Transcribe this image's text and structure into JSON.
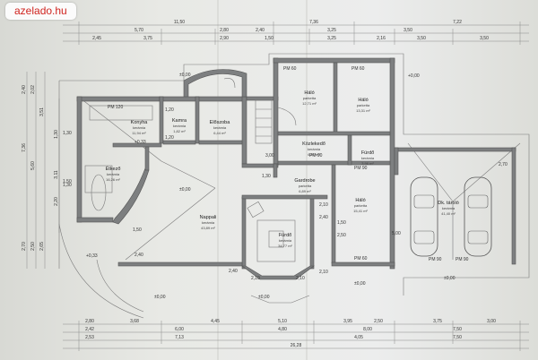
{
  "watermark": "azelado.hu",
  "rooms": [
    {
      "id": "konyha",
      "name": "Konyha",
      "floor": "kerámia",
      "area": "11,94 m²"
    },
    {
      "id": "kamra",
      "name": "Kamra",
      "floor": "kerámia",
      "area": "1,82 m²"
    },
    {
      "id": "eloszoba",
      "name": "Előszoba",
      "floor": "kerámia",
      "area": "6,44 m²"
    },
    {
      "id": "etkezo",
      "name": "Étkező",
      "floor": "kerámia",
      "area": "16,26 m²"
    },
    {
      "id": "nappali",
      "name": "Nappali",
      "floor": "kerámia",
      "area": "43,89 m²"
    },
    {
      "id": "halo1",
      "name": "Háló",
      "floor": "parketta",
      "area": "12,71 m²"
    },
    {
      "id": "halo2",
      "name": "Háló",
      "floor": "parketta",
      "area": "13,31 m²"
    },
    {
      "id": "kozlekedo",
      "name": "Közlekedő",
      "floor": "kerámia",
      "area": "6,97 m²"
    },
    {
      "id": "furdo_small",
      "name": "Fürdő",
      "floor": "kerámia",
      "area": "3,96 m²"
    },
    {
      "id": "gardrob",
      "name": "Gardrobe",
      "floor": "parketta",
      "area": "6,89 m²"
    },
    {
      "id": "halo3",
      "name": "Háló",
      "floor": "parketta",
      "area": "15,41 m²"
    },
    {
      "id": "furdo_big",
      "name": "Fürdő",
      "floor": "kerámia",
      "area": "34,77 m²"
    },
    {
      "id": "garage",
      "name": "Dk. tároló",
      "floor": "kerámia",
      "area": "41,40 m²"
    }
  ],
  "top_dims": {
    "row1": [
      "11,50",
      "7,36",
      "7,22"
    ],
    "row2": [
      "5,70",
      "2,80",
      "2,40",
      "3,25",
      "3,50"
    ],
    "row3": [
      "2,45",
      "3,75",
      "2,90",
      "1,50",
      "3,25",
      "2,16",
      "3,50",
      "3,50"
    ]
  },
  "bottom_dims": {
    "row1": [
      "2,80",
      "3,68",
      "4,45",
      "5,10",
      "3,95",
      "2,50",
      "3,75",
      "3,00"
    ],
    "row2": [
      "2,42",
      "6,00",
      "4,80",
      "8,00",
      "7,50"
    ],
    "row3": [
      "2,53",
      "7,13",
      "4,05",
      "7,50"
    ],
    "total": "26,28"
  },
  "left_dims": {
    "outer": [
      "2,40",
      "2,02",
      "3,51",
      "1,30",
      "5,60",
      "7,36",
      "2,70",
      "2,50",
      "2,65"
    ],
    "inner": [
      "1,30",
      "1,50",
      "2,20",
      "3,11"
    ]
  },
  "markers": [
    {
      "id": "pm60_a",
      "text": "PM 60"
    },
    {
      "id": "pm60_b",
      "text": "PM 60"
    },
    {
      "id": "pm90_c",
      "text": "PM 90"
    },
    {
      "id": "pm90_d",
      "text": "PM 90"
    },
    {
      "id": "pm60_e",
      "text": "PM 60"
    },
    {
      "id": "pm90_f",
      "text": "PM 90"
    },
    {
      "id": "pm90_g",
      "text": "PM 90"
    },
    {
      "id": "pm120",
      "text": "PM 120"
    }
  ],
  "levels": [
    "+0,33",
    "±0,00",
    "±0,00",
    "+0,33",
    "±0,00",
    "±0,00",
    "±0,00",
    "±0,00",
    "+0,00"
  ],
  "inner_dims": [
    "1,20",
    "1,20",
    "1,30",
    "1,50",
    "2,40",
    "2,40",
    "2,10",
    "2,10",
    "2,10",
    "1,50",
    "2,50",
    "2,10",
    "2,40",
    "1,30",
    "3,00",
    "5,00",
    "2,70"
  ],
  "colors": {
    "wall": "#7d7f80",
    "paper": "#e8e9e5",
    "watermark": "#d0241f"
  }
}
